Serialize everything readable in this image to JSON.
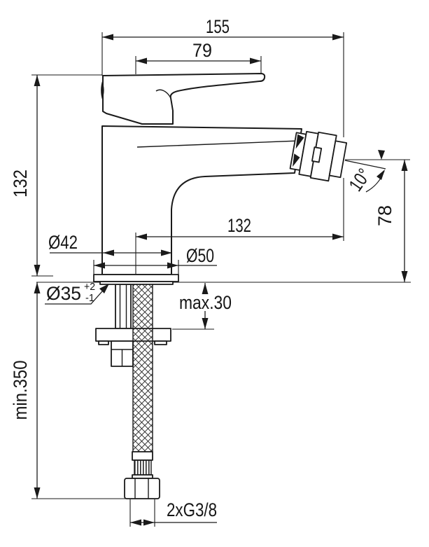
{
  "drawing": {
    "subject": "Single-lever bidet mixer tap – dimensional side view with mounting hardware and flexible supply hose",
    "background_color": "#ffffff",
    "line_color": "#1a1a1a",
    "dimensions": {
      "overall_width": "155",
      "handle_length": "79",
      "height_above_deck": "132",
      "spout_reach": "132",
      "outlet_height": "78",
      "spray_angle": "10°",
      "body_diameter": "Ø42",
      "base_diameter": "Ø50",
      "hole_diameter": "Ø35",
      "hole_tolerance_plus": "+2",
      "hole_tolerance_minus": "-1",
      "max_deck_thickness": "max.30",
      "min_hose_length": "min.350",
      "hose_connection": "2xG3/8"
    }
  }
}
